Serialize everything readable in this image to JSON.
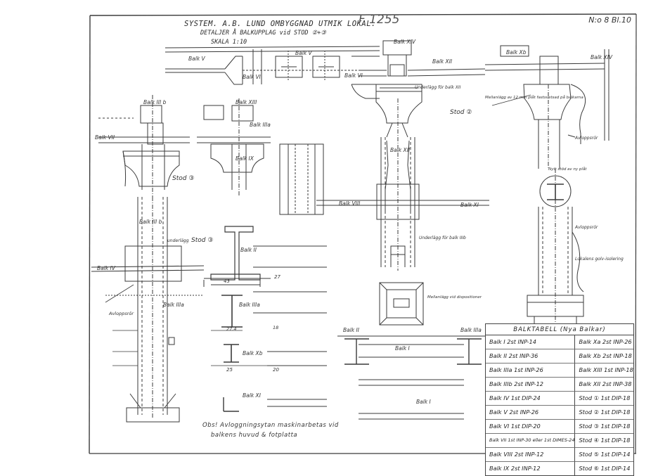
{
  "title": {
    "line1": "SYSTEM. A.B. LUND OMBYGGNAD UTMIK LOKAL.",
    "line2": "DETALJER Å BALKUPPLAG vid STOD ②+③",
    "line3": "SKALA 1:10"
  },
  "file_number": "F 1255",
  "sheet_number": "N:o 8 Bl.10",
  "balk_table": {
    "heading": "BALKTABELL (Nya Balkar)",
    "rows": [
      {
        "left": "Balk I 2st INP-14",
        "right": "Balk Xa 2st INP-26"
      },
      {
        "left": "Balk II 2st INP-36",
        "right": "Balk Xb 2st INP-18"
      },
      {
        "left": "Balk IIIa 1st INP-26",
        "right": "Balk XIII 1st INP-18"
      },
      {
        "left": "Balk IIIb 2st INP-12",
        "right": "Balk XII 2st INP-38"
      },
      {
        "left": "Balk IV 1st DIP-24",
        "right": "Stod ① 1st DIP-18"
      },
      {
        "left": "Balk V 2st INP-26",
        "right": "Stod ② 1st DIP-18"
      },
      {
        "left": "Balk VI 1st DIP-20",
        "right": "Stod ③ 1st DIP-18"
      },
      {
        "left": "Balk VII 1st INP-30 eller 1st DIMES-24",
        "right": "Stod ④ 1st DIP-18"
      },
      {
        "left": "Balk VIII 2st INP-12",
        "right": "Stod ⑤ 1st DIP-14"
      },
      {
        "left": "Balk IX 2st INP-12",
        "right": "Stod ⑥ 1st DIP-14"
      }
    ]
  },
  "footnote": {
    "line1": "Obs! Avloggningsytan maskinarbetas vid",
    "line2": "balkens huvud & fotplatta"
  },
  "labels": {
    "balk_v": "Balk V",
    "balk_vi": "Balk VI",
    "balk_v2": "Balk V",
    "balk_xiv_top": "Balk XIV",
    "balk_xiv": "Balk XIV",
    "balk_xii_top": "Balk XII",
    "balk_vi_mid": "Balk VI",
    "balk_xb": "Balk Xb",
    "balk_xiii": "Balk XIII",
    "balk_iii_b": "Balk III b",
    "balk_iiia": "Balk IIIa",
    "balk_ix": "Balk IX",
    "balk_vii": "Balk VII",
    "balk_iv": "Balk IV",
    "balk_ii": "Balk II",
    "balk_iiia2": "Balk IIIa",
    "balk_xb2": "Balk Xb",
    "balk_xi": "Balk XI",
    "balk_xii": "Balk XII",
    "balk_xi_mid": "Balk XI",
    "balk_i": "Balk I",
    "balk_i2": "Balk I",
    "balk_ii_low": "Balk II",
    "balk_iiia_low": "Balk IIIa",
    "balk_iiib_mid": "Balk III b",
    "balk_iiia_bot": "Balk IIIa",
    "balk_viii": "Balk VIII",
    "stod2": "Stod ②",
    "stod3": "Stod ③",
    "stod3b": "Stod ③",
    "underlag": "underlägg",
    "avloppsror": "Avloppsrör",
    "avloppsror2": "Avloppsrör",
    "avloppsror3": "Avloppsrör",
    "underlagg_balk": "Underlägg för balk IIIb",
    "underlagg_xii": "Underlägg för balk XII",
    "mellanlagg": "Mellanlägg av 12 mm plåt fastsvetsad på balkarna",
    "mellanlagg2": "Mellanlägg vid dispositioner",
    "nyplatta": "Nytt stöd av ny plåt",
    "lokalens_golv": "Lokalens golv-isolering",
    "dim_43": "43",
    "dim_27": "27",
    "dim_20": "20",
    "dim_25": "25",
    "dim_27_4": "27.4",
    "dim_18": "18"
  }
}
